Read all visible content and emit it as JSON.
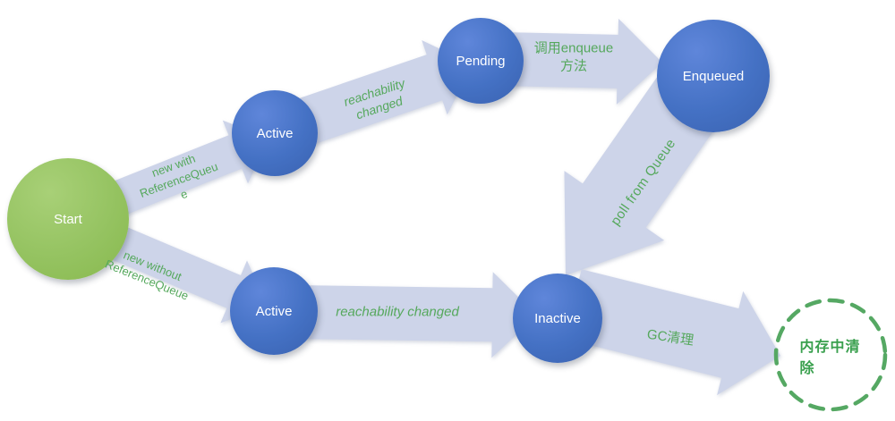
{
  "diagram": {
    "nodes": {
      "start": {
        "label": "Start"
      },
      "active_top": {
        "label": "Active"
      },
      "pending": {
        "label": "Pending"
      },
      "enqueued": {
        "label": "Enqueued"
      },
      "active_bottom": {
        "label": "Active"
      },
      "inactive": {
        "label": "Inactive"
      },
      "cleared": {
        "label": "内存中清除"
      }
    },
    "edges": {
      "new_with_queue": {
        "label": "new with\nReferenceQueu\ne"
      },
      "new_without_queue": {
        "label": "new without\nReferenceQueue"
      },
      "reachability_changed_top": {
        "label": "reachability\nchanged"
      },
      "call_enqueue": {
        "label": "调用enqueue\n方法"
      },
      "poll_from_queue": {
        "label": "poll from Queue"
      },
      "reachability_changed_bottom": {
        "label": "reachability changed"
      },
      "gc_clean": {
        "label": "GC清理"
      }
    },
    "colors": {
      "start_node_fill": "#95c361",
      "state_node_fill": "#4471c4",
      "arrow_fill": "#cdd4e9",
      "edge_label": "#55a85c",
      "cleared_border": "#55a863",
      "cleared_text": "#3aa04e",
      "node_text": "#ffffff"
    }
  }
}
